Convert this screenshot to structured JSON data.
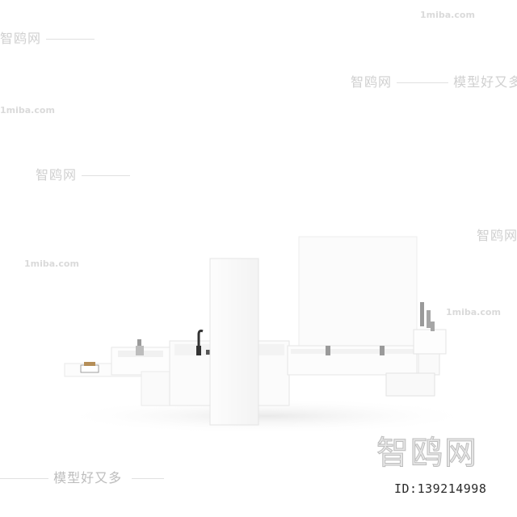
{
  "watermarks": {
    "site": "1miba.com",
    "brand": "智鸥网",
    "slogan": "模型好又多",
    "logo": "智鸥网",
    "id_text": "ID:139214998"
  },
  "colors": {
    "background": "#ffffff",
    "fixture": "#fbfbfb",
    "shadow": "#eeeeee",
    "faucet_dark": "#333333",
    "faucet_silver": "#9a9a9a",
    "watermark": "#d4d4d4"
  }
}
